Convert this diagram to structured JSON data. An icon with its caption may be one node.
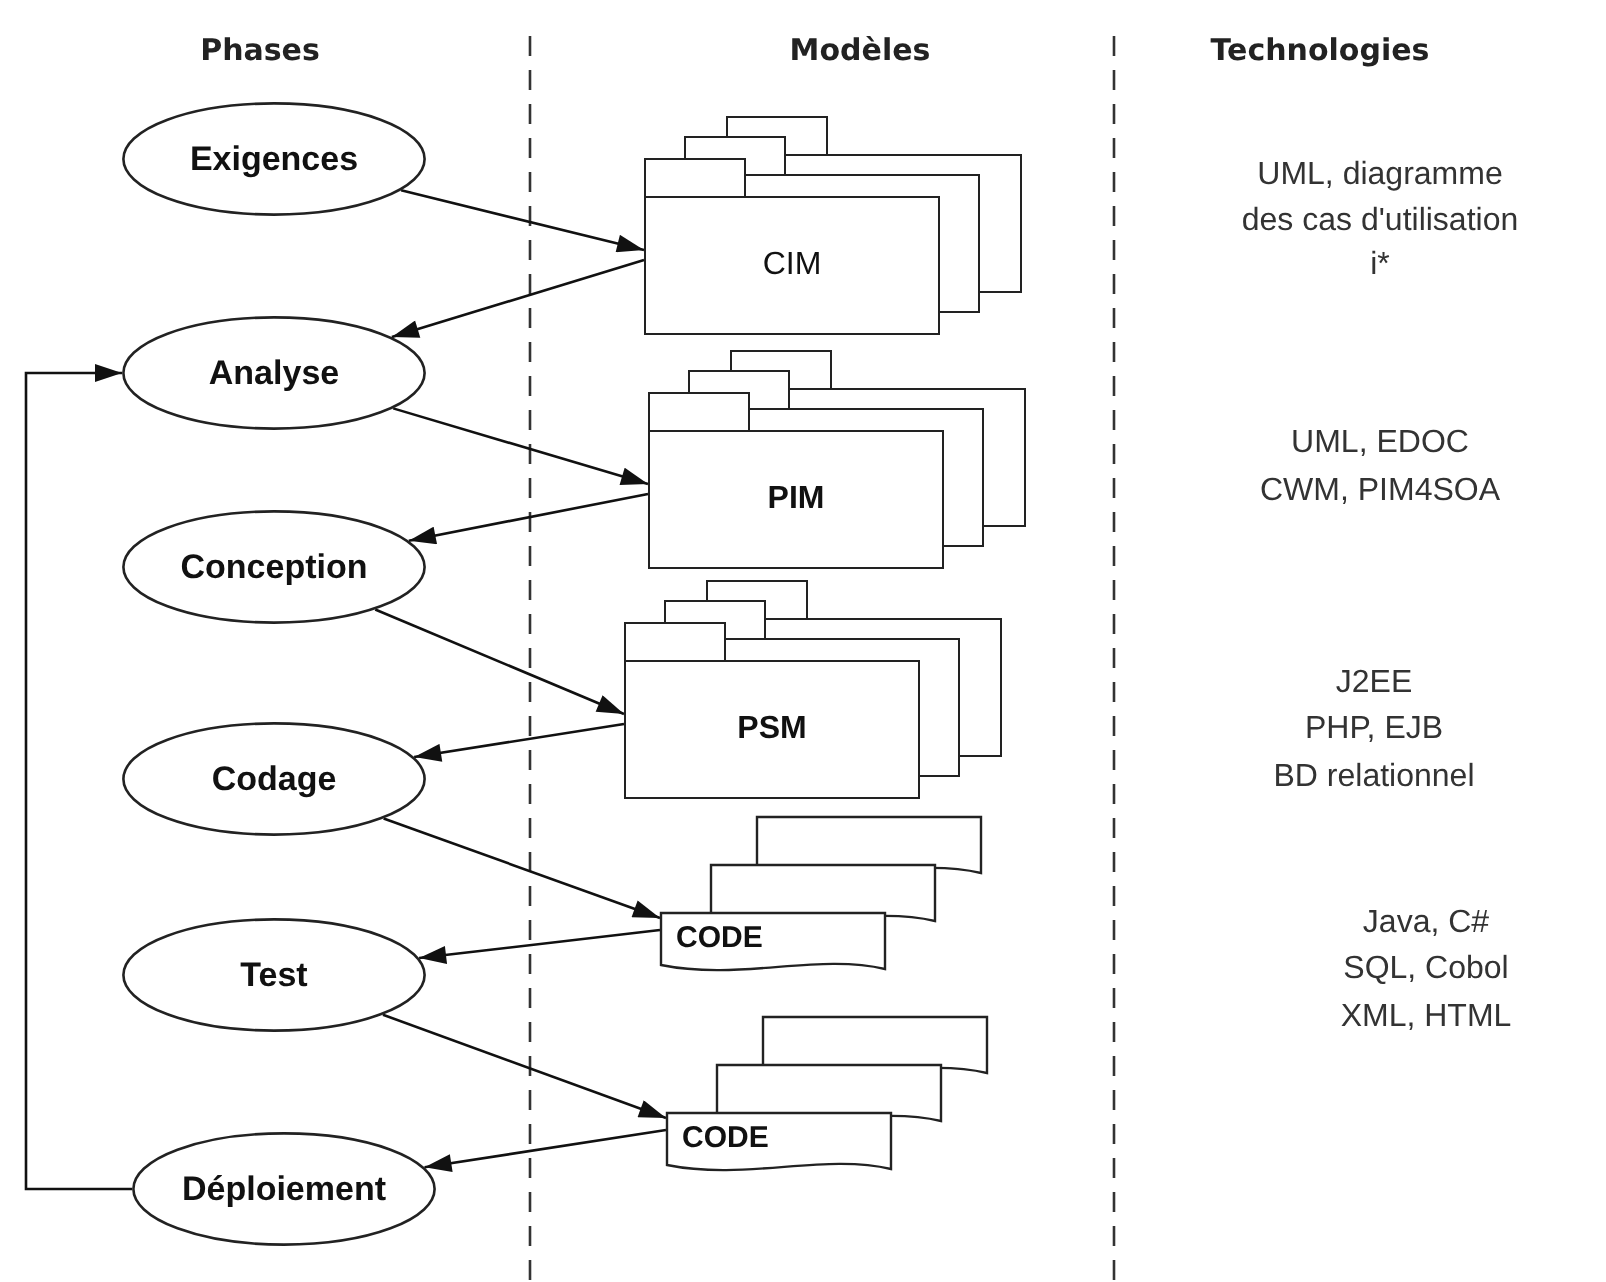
{
  "diagram": {
    "nodes": [
      {
        "text": [
          "Exigences"
        ]
      },
      {
        "text": [
          "Analyse"
        ]
      },
      {
        "text": [
          "Conception"
        ]
      },
      {
        "text": [
          "Codage"
        ]
      },
      {
        "text": [
          "Test"
        ]
      },
      {
        "text": [
          "Déploiement"
        ]
      },
      {
        "text": [
          "CIM"
        ]
      },
      {
        "text": [
          "PIM"
        ]
      },
      {
        "text": [
          "PSM"
        ]
      },
      {
        "text": [
          "CODE"
        ]
      },
      {
        "text": [
          "CODE"
        ]
      }
    ],
    "edges": [
      {
        "from": 0,
        "to": 6,
        "arrow": "to"
      },
      {
        "from": 6,
        "to": 1,
        "arrow": "to"
      },
      {
        "from": 1,
        "to": 7,
        "arrow": "to"
      },
      {
        "from": 7,
        "to": 2,
        "arrow": "to"
      },
      {
        "from": 2,
        "to": 8,
        "arrow": "to"
      },
      {
        "from": 8,
        "to": 3,
        "arrow": "to"
      },
      {
        "from": 3,
        "to": 9,
        "arrow": "to"
      },
      {
        "from": 9,
        "to": 4,
        "arrow": "to"
      },
      {
        "from": 4,
        "to": 10,
        "arrow": "to"
      },
      {
        "from": 10,
        "to": 5,
        "arrow": "to"
      },
      {
        "from": 5,
        "to": 1,
        "arrow": "to"
      }
    ],
    "labels": [
      "Phases",
      "Modèles",
      "Technologies",
      "UML, diagramme",
      "des cas d'utilisation",
      "i*",
      "UML, EDOC",
      "CWM, PIM4SOA",
      "J2EE",
      "PHP, EJB",
      "BD relationnel",
      "Java, C#",
      "SQL, Cobol",
      "XML, HTML"
    ]
  }
}
